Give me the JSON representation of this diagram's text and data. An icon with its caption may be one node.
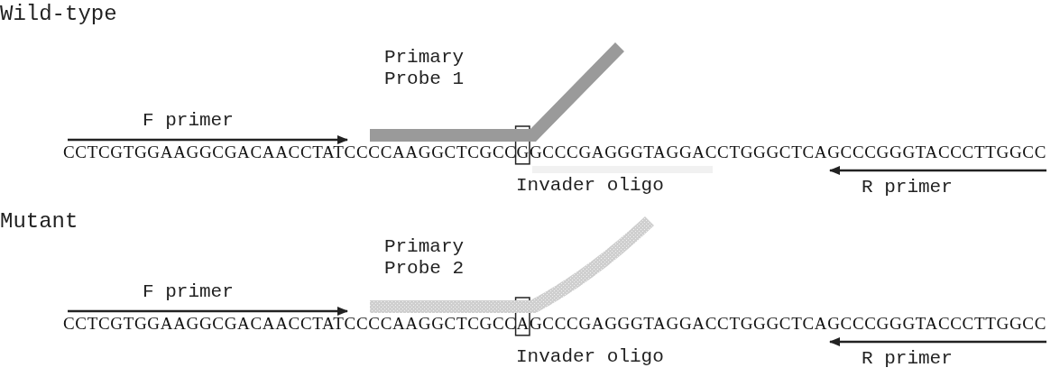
{
  "diagram": {
    "labels": [
      "Wild-type",
      "Primary Probe 1",
      "F primer",
      "CCTCGTGGAAGGCGACAACCTATCCCCAAGGCTCGCCGGCCCGAGGGTAGGACCTGGGCTCAGCCCGGGTACCCTTGGCC",
      "Invader oligo",
      "R primer",
      "Mutant",
      "Primary Probe 2",
      "F primer",
      "CCTCGTGGAAGGCGACAACCTATCCCCAAGGCTCGCCAGCCCGAGGGTAGGACCTGGGCTCAGCCCGGGTACCCTTGGCC",
      "Invader oligo",
      "R primer"
    ]
  }
}
